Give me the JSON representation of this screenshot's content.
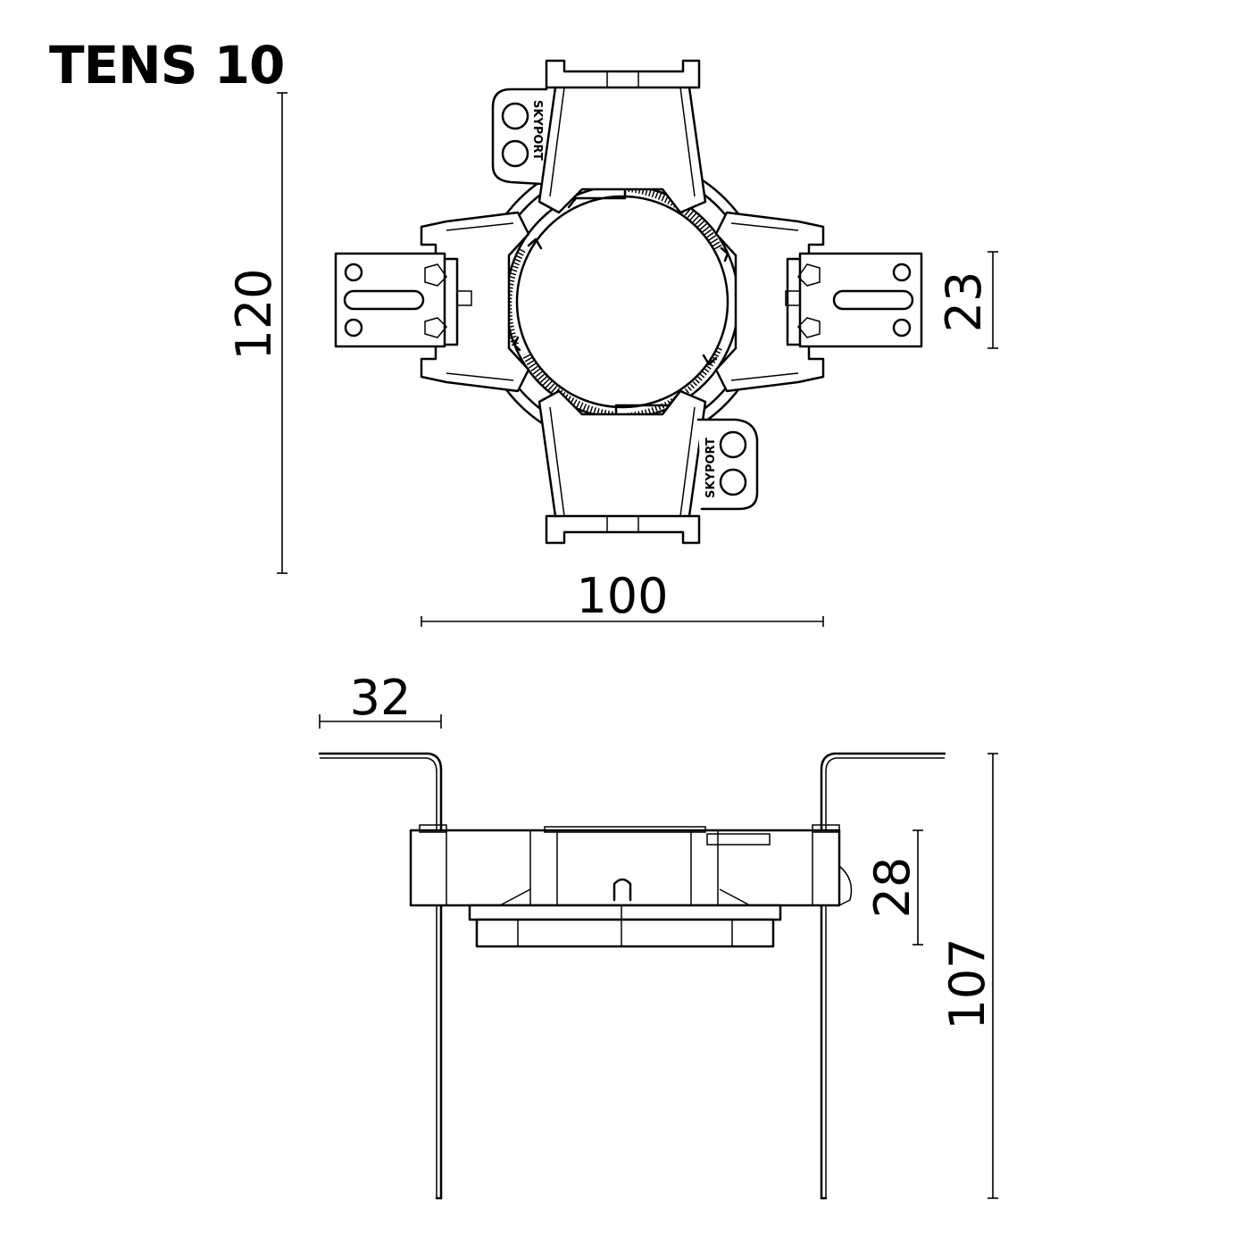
{
  "title": "TENS 10",
  "brand_label": "SKYPORT",
  "dimensions": {
    "height_top": "120",
    "width_top": "100",
    "clip_width": "23",
    "spring_arm": "32",
    "body_height": "28",
    "total_height": "107"
  },
  "colors": {
    "line": "#000000",
    "background": "#ffffff"
  }
}
